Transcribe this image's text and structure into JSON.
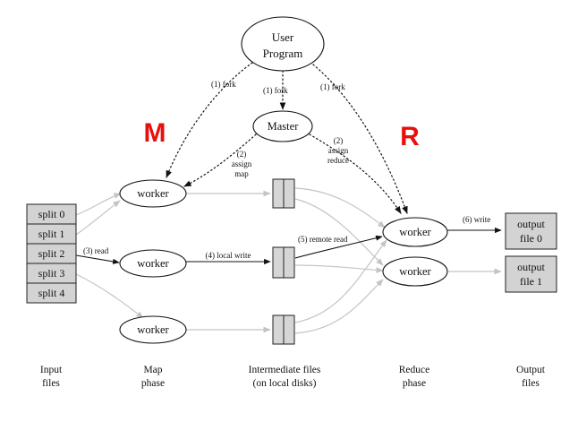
{
  "phase_letters": {
    "map": "M",
    "reduce": "R"
  },
  "colors": {
    "phase_letter": "#e8100c",
    "file_fill": "#d3d3d3",
    "grey_arrow": "#c4c4c4",
    "dark_arrow": "#111111"
  },
  "nodes": {
    "user_program": [
      "User",
      "Program"
    ],
    "master": "Master",
    "map_worker": "worker",
    "reduce_worker": "worker"
  },
  "input_splits": [
    "split 0",
    "split 1",
    "split 2",
    "split 3",
    "split 4"
  ],
  "output_files": [
    [
      "output",
      "file 0"
    ],
    [
      "output",
      "file 1"
    ]
  ],
  "edge_labels": {
    "fork_left": "(1) fork",
    "fork_middle": "(1) fork",
    "fork_right": "(1) fork",
    "assign_map": [
      "(2)",
      "assign",
      "map"
    ],
    "assign_reduce": [
      "(2)",
      "assign",
      "reduce"
    ],
    "read": "(3) read",
    "local_write": "(4) local write",
    "remote_read": "(5) remote read",
    "write": "(6) write"
  },
  "captions": {
    "input": [
      "Input",
      "files"
    ],
    "map": [
      "Map",
      "phase"
    ],
    "intermediate": [
      "Intermediate files",
      "(on local disks)"
    ],
    "reduce": [
      "Reduce",
      "phase"
    ],
    "output": [
      "Output",
      "files"
    ]
  }
}
